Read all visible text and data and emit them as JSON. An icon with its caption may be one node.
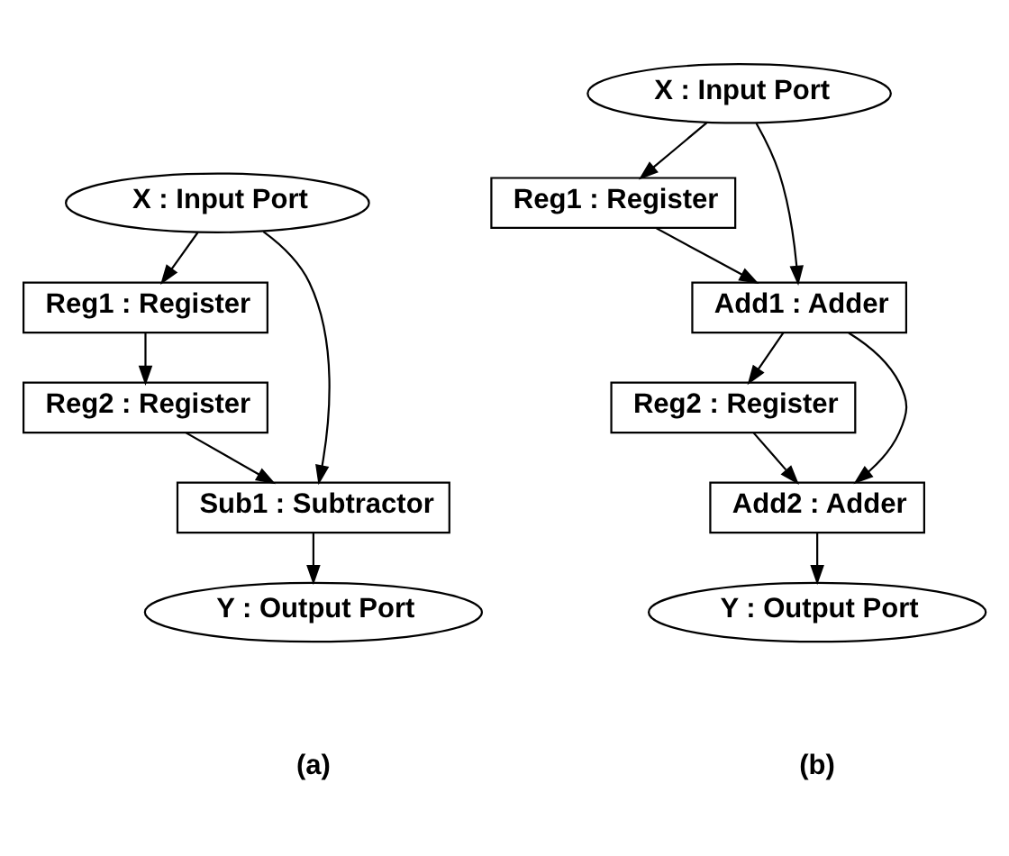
{
  "diagram": {
    "nodes": [
      {
        "text": [
          "X : Input Port"
        ]
      },
      {
        "text": [
          "Reg1 : Register"
        ]
      },
      {
        "text": [
          "Reg2 : Register"
        ]
      },
      {
        "text": [
          "Sub1 : Subtractor"
        ]
      },
      {
        "text": [
          "Y : Output Port"
        ]
      },
      {
        "text": [
          "X : Input Port"
        ]
      },
      {
        "text": [
          "Reg1 : Register"
        ]
      },
      {
        "text": [
          "Add1 : Adder"
        ]
      },
      {
        "text": [
          "Reg2 : Register"
        ]
      },
      {
        "text": [
          "Add2 : Adder"
        ]
      },
      {
        "text": [
          "Y : Output Port"
        ]
      }
    ],
    "edges": [
      {
        "from": 0,
        "to": 1,
        "arrow": "to"
      },
      {
        "from": 0,
        "to": 3,
        "arrow": "to"
      },
      {
        "from": 1,
        "to": 2,
        "arrow": "to"
      },
      {
        "from": 2,
        "to": 3,
        "arrow": "to"
      },
      {
        "from": 3,
        "to": 4,
        "arrow": "to"
      },
      {
        "from": 5,
        "to": 6,
        "arrow": "to"
      },
      {
        "from": 5,
        "to": 7,
        "arrow": "to"
      },
      {
        "from": 6,
        "to": 7,
        "arrow": "to"
      },
      {
        "from": 7,
        "to": 8,
        "arrow": "to"
      },
      {
        "from": 7,
        "to": 9,
        "arrow": "to"
      },
      {
        "from": 8,
        "to": 9,
        "arrow": "to"
      },
      {
        "from": 9,
        "to": 10,
        "arrow": "to"
      }
    ],
    "labels": [
      "(a)",
      "(b)"
    ]
  }
}
